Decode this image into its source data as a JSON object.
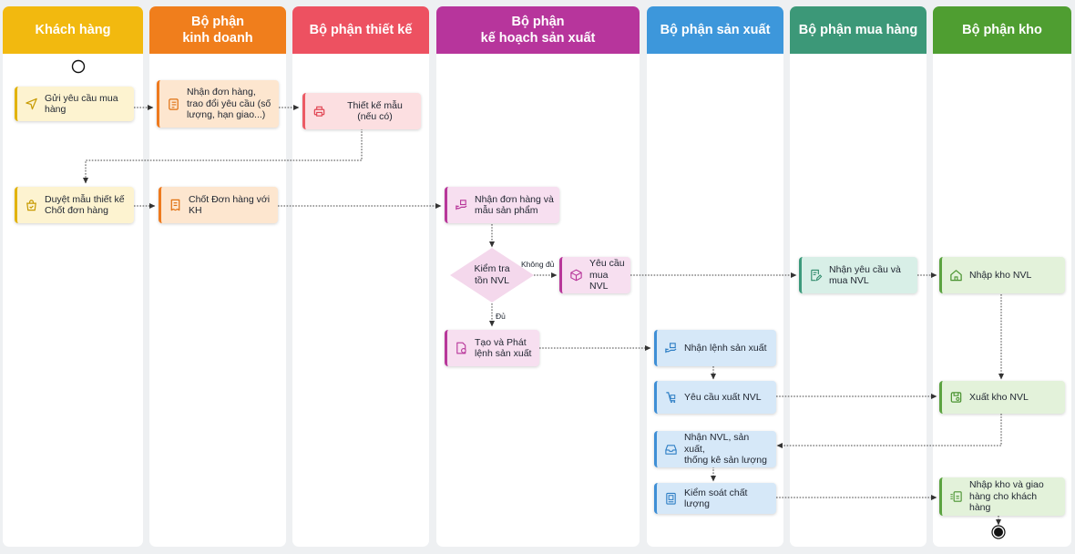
{
  "lanes": {
    "customer": "Khách hàng",
    "sales": "Bộ phận\nkinh doanh",
    "design": "Bộ phận thiết kế",
    "planning": "Bộ phận\nkế hoạch sản xuất",
    "production": "Bộ phận sản xuất",
    "purchasing": "Bộ phận mua hàng",
    "warehouse": "Bộ phận kho"
  },
  "colors": {
    "customer": "#f2b90f",
    "sales": "#f07e1c",
    "design": "#ed5161",
    "planning": "#b7359c",
    "production": "#3d97db",
    "purchasing": "#3c9878",
    "warehouse": "#4f9e31"
  },
  "nodes": {
    "send_request": "Gửi yêu cầu mua\nhàng",
    "receive_order": "Nhận đơn hàng,\ntrao đổi yêu cầu (số\nlượng, hạn giao...)",
    "design_sample": "Thiết kế mẫu\n(nếu có)",
    "approve_sample": "Duyệt mẫu thiết kế\nChốt đơn hàng",
    "close_order": "Chốt Đơn hàng với\nKH",
    "receive_order_sample": "Nhận đơn hàng và\nmẫu sản phẩm",
    "check_stock": "Kiểm tra\ntồn NVL",
    "request_purchase": "Yêu cầu\nmua NVL",
    "create_order": "Tạo và Phát\nlệnh sản xuất",
    "receive_prod_order": "Nhận lệnh sản xuất",
    "request_material": "Yêu cầu xuất NVL",
    "receive_material": "Nhận NVL, sản xuất,\nthống kê sản lượng",
    "quality_control": "Kiểm soát chất lượng",
    "receive_purchase_request": "Nhận yêu cầu và\nmua NVL",
    "warehouse_in": "Nhập kho NVL",
    "warehouse_out": "Xuất kho NVL",
    "warehouse_deliver": "Nhập kho và giao\nhàng cho khách hàng"
  },
  "edge_labels": {
    "insufficient": "Không đủ",
    "sufficient": "Đủ"
  },
  "icons": {
    "send_request": "send-icon",
    "receive_order": "clipboard-list-icon",
    "design_sample": "printer-icon",
    "approve_sample": "bag-check-icon",
    "close_order": "receipt-icon",
    "receive_order_sample": "hand-box-icon",
    "request_purchase": "box-icon",
    "create_order": "document-gear-icon",
    "receive_prod_order": "hand-box-icon",
    "request_material": "cart-icon",
    "receive_material": "inbox-icon",
    "quality_control": "clipboard-check-icon",
    "receive_purchase_request": "note-edit-icon",
    "warehouse_in": "home-icon",
    "warehouse_out": "storage-icon",
    "warehouse_deliver": "delivery-box-icon"
  }
}
